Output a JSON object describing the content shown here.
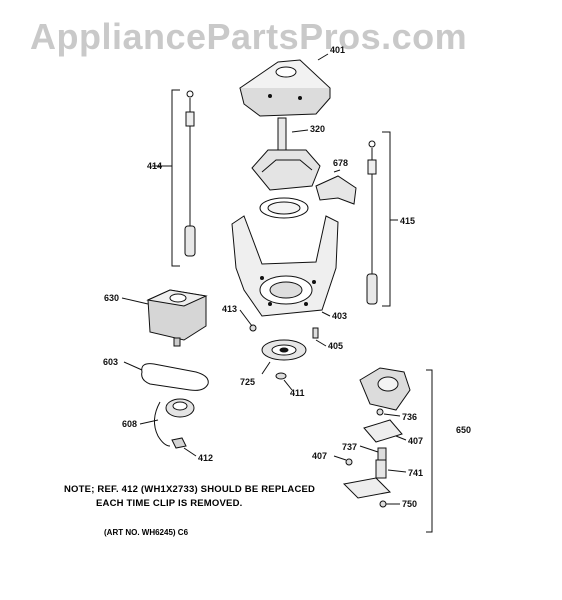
{
  "watermark": "AppliancePartsPros.com",
  "note": {
    "line1": "NOTE; REF. 412 (WH1X2733) SHOULD BE REPLACED",
    "line2": "EACH TIME CLIP IS REMOVED."
  },
  "art_number": "(ART NO. WH6245) C6",
  "callouts": {
    "p401": "401",
    "p320": "320",
    "p414": "414",
    "p678": "678",
    "p415": "415",
    "p630": "630",
    "p413": "413",
    "p403": "403",
    "p405": "405",
    "p603": "603",
    "p725": "725",
    "p411": "411",
    "p608": "608",
    "p412": "412",
    "p736": "736",
    "p650": "650",
    "p407a": "407",
    "p737": "737",
    "p407b": "407",
    "p741": "741",
    "p750": "750"
  }
}
